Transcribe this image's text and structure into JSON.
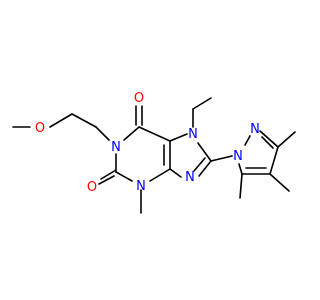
{
  "colors": {
    "background": "#ffffff",
    "bond": "#000000",
    "nitrogen": "#0000ff",
    "oxygen": "#ff0000"
  },
  "atoms": {
    "o_upper": "O",
    "o_lower": "O",
    "o_methoxy": "O",
    "n1": "N",
    "n3": "N",
    "n7": "N",
    "n9": "N",
    "n_pyrazole_1": "N",
    "n_pyrazole_2": "N"
  }
}
